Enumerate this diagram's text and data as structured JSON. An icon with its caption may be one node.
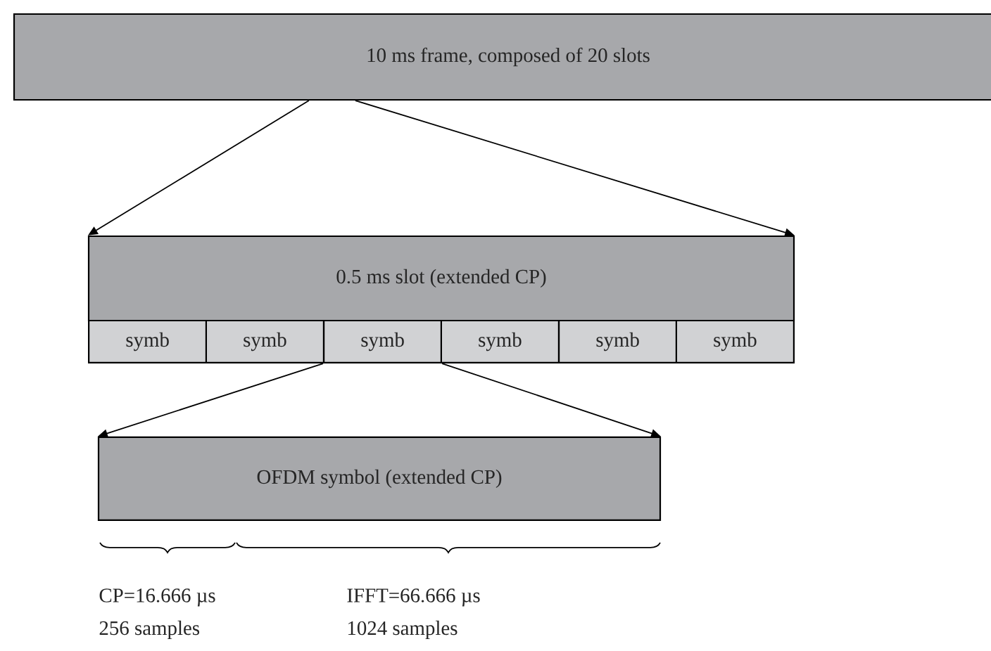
{
  "diagram": {
    "nodes": [
      {
        "text": [
          "10 ms frame, composed of 20 slots"
        ]
      },
      {
        "text": [
          "0.5 ms slot (extended CP)"
        ]
      },
      {
        "text": [
          "symb"
        ]
      },
      {
        "text": [
          "symb"
        ]
      },
      {
        "text": [
          "symb"
        ]
      },
      {
        "text": [
          "symb"
        ]
      },
      {
        "text": [
          "symb"
        ]
      },
      {
        "text": [
          "symb"
        ]
      },
      {
        "text": [
          "OFDM symbol (extended CP)"
        ]
      }
    ],
    "edges": [
      {
        "from": 0,
        "to": 1,
        "arrow": "to"
      },
      {
        "from": 0,
        "to": 1,
        "arrow": "to"
      },
      {
        "from": 4,
        "to": 8,
        "arrow": "to"
      },
      {
        "from": 4,
        "to": 8,
        "arrow": "to"
      }
    ],
    "labels": [
      "CP=16.666 µs",
      "IFFT=66.666 µs",
      "256 samples",
      "1024 samples"
    ]
  }
}
